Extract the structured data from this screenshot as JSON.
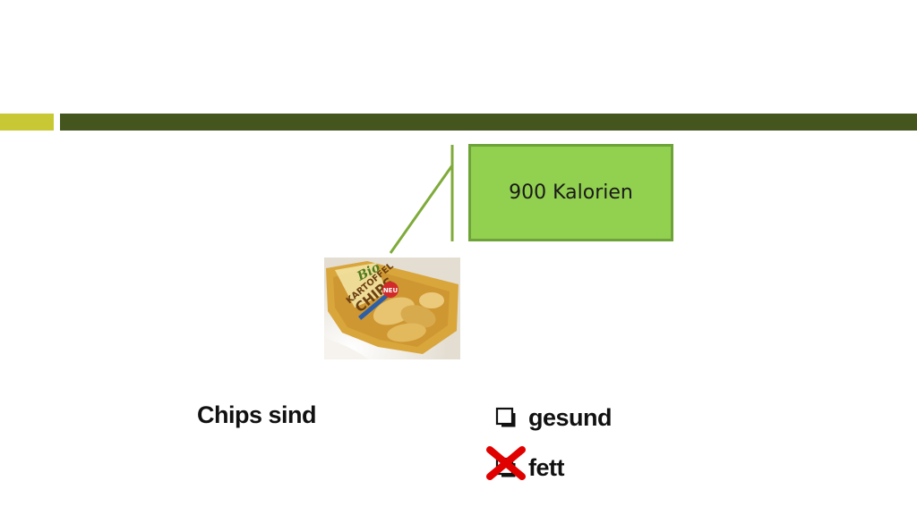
{
  "colors": {
    "accent_bar": "#c8c834",
    "main_bar": "#44561e",
    "callout_fill": "#92d050",
    "callout_border": "#6ea33a",
    "connector": "#7fab3a",
    "cross_mark": "#e00000"
  },
  "callout": {
    "text": "900 Kalorien"
  },
  "photo": {
    "package_brand": "Bio",
    "package_line1": "KARTOFFEL",
    "package_line2": "CHIPS",
    "package_badge": "NEU"
  },
  "question": {
    "claim": "Chips sind",
    "options": [
      {
        "label": "gesund",
        "icon": "checkbox-icon",
        "checked": false
      },
      {
        "label": "fett",
        "icon": "checkbox-icon",
        "checked": true,
        "mark": "cross-mark-icon"
      }
    ]
  }
}
